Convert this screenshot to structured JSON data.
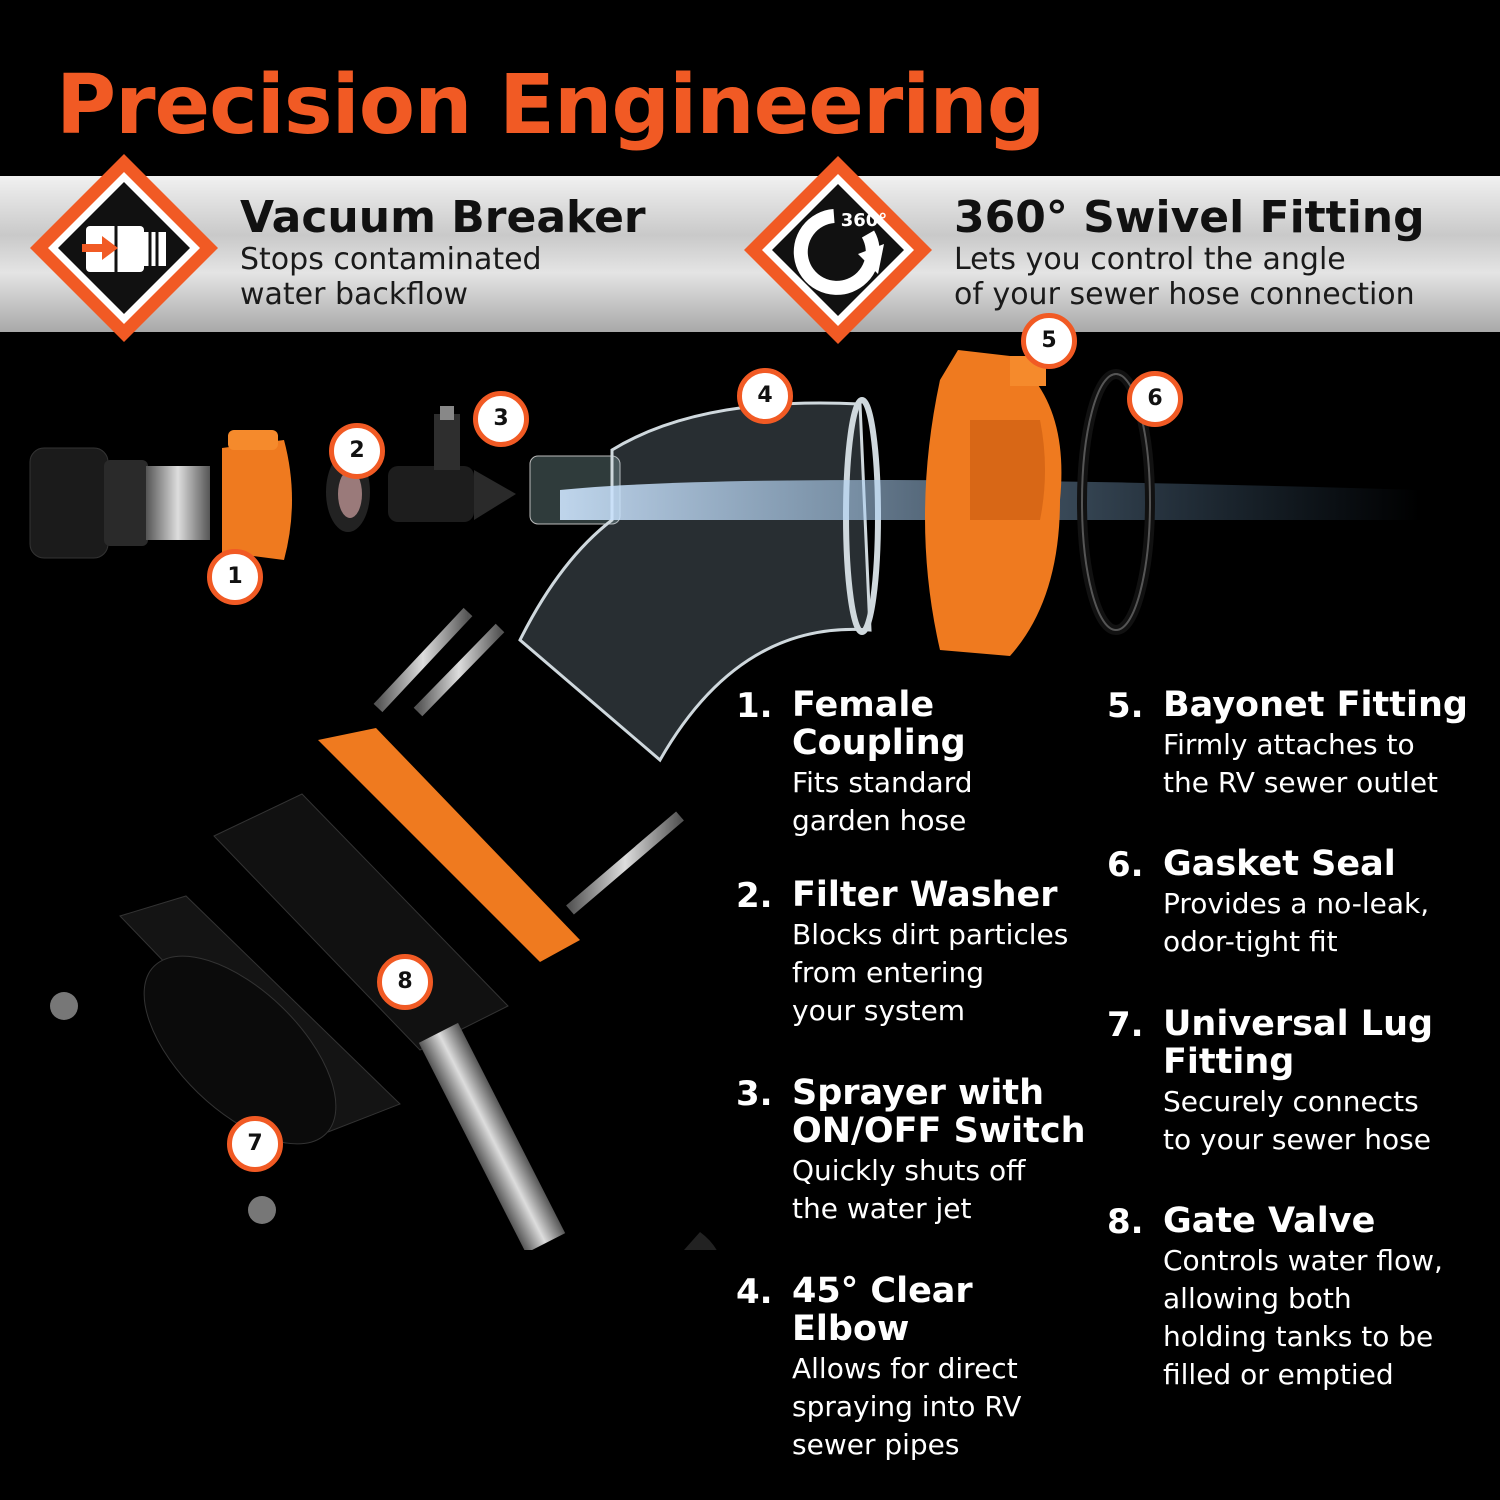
{
  "title": "Precision Engineering",
  "colors": {
    "accent": "#f15a24",
    "band": "#d6d6d6",
    "background": "#000000"
  },
  "features": [
    {
      "title": "Vacuum Breaker",
      "line1": "Stops contaminated",
      "line2": "water backflow",
      "icon": "vacuum-breaker-icon"
    },
    {
      "title": "360° Swivel Fitting",
      "line1": "Lets you control the angle",
      "line2": "of your sewer hose connection",
      "icon": "rotate-360-icon",
      "icon_text": "360°"
    }
  ],
  "callouts": [
    "1",
    "2",
    "3",
    "4",
    "5",
    "6",
    "7",
    "8"
  ],
  "legend": [
    {
      "num": "1.",
      "title": [
        "Female",
        "Coupling"
      ],
      "desc": [
        "Fits standard",
        "garden hose"
      ]
    },
    {
      "num": "2.",
      "title": [
        "Filter Washer"
      ],
      "desc": [
        "Blocks dirt particles",
        "from entering",
        "your system"
      ]
    },
    {
      "num": "3.",
      "title": [
        "Sprayer with",
        "ON/OFF Switch"
      ],
      "desc": [
        "Quickly shuts off",
        "the water jet"
      ]
    },
    {
      "num": "4.",
      "title": [
        "45° Clear",
        "Elbow"
      ],
      "desc": [
        "Allows for direct",
        "spraying into RV",
        "sewer pipes"
      ]
    },
    {
      "num": "5.",
      "title": [
        "Bayonet Fitting"
      ],
      "desc": [
        "Firmly attaches to",
        "the RV sewer outlet"
      ]
    },
    {
      "num": "6.",
      "title": [
        "Gasket Seal"
      ],
      "desc": [
        "Provides a no-leak,",
        "odor-tight fit"
      ]
    },
    {
      "num": "7.",
      "title": [
        "Universal Lug",
        "Fitting"
      ],
      "desc": [
        "Securely connects",
        "to your sewer hose"
      ]
    },
    {
      "num": "8.",
      "title": [
        "Gate Valve"
      ],
      "desc": [
        "Controls water flow,",
        "allowing both",
        "holding tanks to be",
        "filled or emptied"
      ]
    }
  ]
}
